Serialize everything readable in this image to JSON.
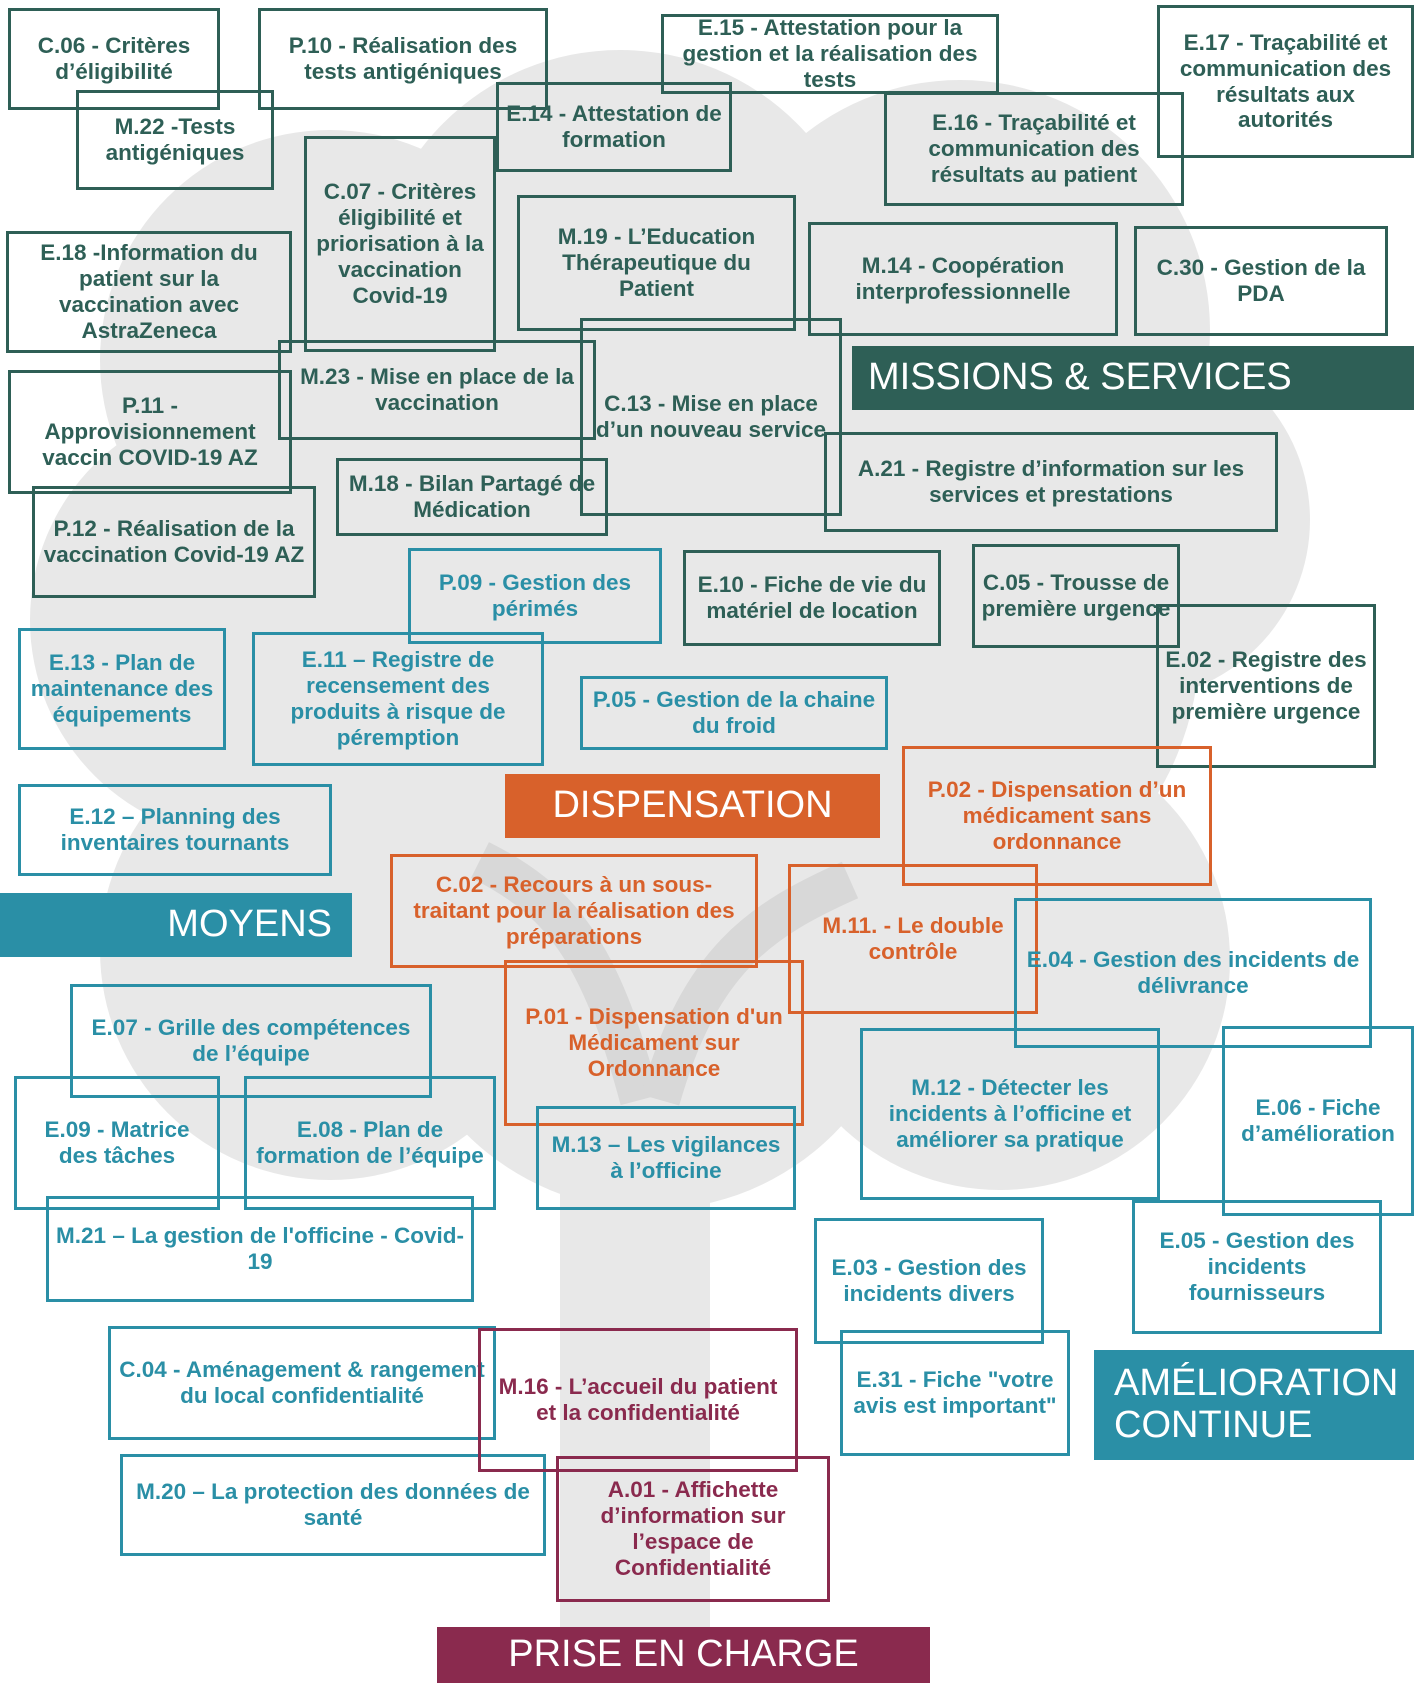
{
  "colors": {
    "missions": "#2e5f56",
    "moyens": "#2a8fa6",
    "dispensation": "#d8612b",
    "amelioration": "#2a8fa6",
    "prise_en_charge": "#8a2a4e",
    "tree": "#e6e6e6"
  },
  "categories": {
    "missions": "MISSIONS & SERVICES",
    "moyens": "MOYENS",
    "dispensation": "DISPENSATION",
    "amelioration_line1": "AMÉLIORATION",
    "amelioration_line2": "CONTINUE",
    "prise_en_charge": "PRISE EN CHARGE"
  },
  "items": [
    {
      "id": "c06",
      "group": "missions",
      "text": "C.06 - Critères d’éligibilité"
    },
    {
      "id": "p10",
      "group": "missions",
      "text": "P.10 - Réalisation des tests antigéniques"
    },
    {
      "id": "e15",
      "group": "missions",
      "text": "E.15 - Attestation pour la gestion et la réalisation des tests"
    },
    {
      "id": "e17",
      "group": "missions",
      "text": "E.17 - Traçabilité et communication des résultats aux autorités"
    },
    {
      "id": "m22",
      "group": "missions",
      "text": "M.22 -Tests antigéniques"
    },
    {
      "id": "e14",
      "group": "missions",
      "text": "E.14 - Attestation de formation"
    },
    {
      "id": "e16",
      "group": "missions",
      "text": "E.16 - Traçabilité et communication des résultats au patient"
    },
    {
      "id": "c07",
      "group": "missions",
      "text": "C.07 - Critères éligibilité et priorisation à la vaccination Covid-19"
    },
    {
      "id": "m19",
      "group": "missions",
      "text": "M.19 - L’Education Thérapeutique du Patient"
    },
    {
      "id": "m14",
      "group": "missions",
      "text": "M.14 - Coopération interprofessionnelle"
    },
    {
      "id": "c30",
      "group": "missions",
      "text": "C.30 - Gestion de la PDA"
    },
    {
      "id": "e18",
      "group": "missions",
      "text": "E.18 -Information du patient sur la vaccination avec AstraZeneca"
    },
    {
      "id": "m23",
      "group": "missions",
      "text": "M.23 - Mise en place de la vaccination"
    },
    {
      "id": "c13",
      "group": "missions",
      "text": "C.13 - Mise en place d’un nouveau service"
    },
    {
      "id": "p11",
      "group": "missions",
      "text": "P.11 - Approvisionnement vaccin COVID-19 AZ"
    },
    {
      "id": "a21",
      "group": "missions",
      "text": "A.21 - Registre d’information sur les services et prestations"
    },
    {
      "id": "m18",
      "group": "missions",
      "text": "M.18 - Bilan Partagé de Médication"
    },
    {
      "id": "p12",
      "group": "missions",
      "text": "P.12 - Réalisation de la vaccination Covid-19 AZ"
    },
    {
      "id": "e10",
      "group": "missions",
      "text": "E.10 - Fiche de vie du matériel de location"
    },
    {
      "id": "c05",
      "group": "missions",
      "text": "C.05 - Trousse de première urgence"
    },
    {
      "id": "e02",
      "group": "missions",
      "text": "E.02 - Registre des interventions de première urgence"
    },
    {
      "id": "p09",
      "group": "moyens",
      "text": "P.09 - Gestion des périmés"
    },
    {
      "id": "e13",
      "group": "moyens",
      "text": "E.13 - Plan de maintenance des équipements"
    },
    {
      "id": "e11",
      "group": "moyens",
      "text": "E.11 – Registre de recensement des produits à risque de péremption"
    },
    {
      "id": "p05",
      "group": "moyens",
      "text": "P.05 - Gestion de la chaine du froid"
    },
    {
      "id": "e12",
      "group": "moyens",
      "text": "E.12 – Planning des inventaires tournants"
    },
    {
      "id": "e07",
      "group": "moyens",
      "text": "E.07 - Grille des compétences de l’équipe"
    },
    {
      "id": "e09",
      "group": "moyens",
      "text": "E.09 - Matrice des tâches"
    },
    {
      "id": "e08",
      "group": "moyens",
      "text": "E.08 - Plan de formation de l’équipe"
    },
    {
      "id": "m21",
      "group": "moyens",
      "text": "M.21 – La gestion de l'officine - Covid-19"
    },
    {
      "id": "c04",
      "group": "moyens",
      "text": "C.04 - Aménagement & rangement du local confidentialité"
    },
    {
      "id": "m20",
      "group": "moyens",
      "text": "M.20 – La protection des données de santé"
    },
    {
      "id": "p02",
      "group": "dispensation",
      "text": "P.02 - Dispensation d’un médicament sans ordonnance"
    },
    {
      "id": "c02",
      "group": "dispensation",
      "text": "C.02 - Recours à un sous-traitant pour la réalisation des préparations"
    },
    {
      "id": "m11",
      "group": "dispensation",
      "text": "M.11. - Le double contrôle"
    },
    {
      "id": "p01",
      "group": "dispensation",
      "text": "P.01 - Dispensation d'un Médicament sur Ordonnance"
    },
    {
      "id": "m13",
      "group": "moyens",
      "text": "M.13 – Les vigilances à l’officine"
    },
    {
      "id": "e04",
      "group": "amelioration",
      "text": "E.04 - Gestion des incidents de délivrance"
    },
    {
      "id": "m12",
      "group": "amelioration",
      "text": "M.12 - Détecter les incidents à l’officine et améliorer sa pratique"
    },
    {
      "id": "e06",
      "group": "amelioration",
      "text": "E.06 - Fiche d’amélioration"
    },
    {
      "id": "e03",
      "group": "amelioration",
      "text": "E.03 - Gestion des incidents divers"
    },
    {
      "id": "e05",
      "group": "amelioration",
      "text": "E.05 - Gestion des incidents fournisseurs"
    },
    {
      "id": "e31",
      "group": "amelioration",
      "text": "E.31 - Fiche \"votre avis est important\""
    },
    {
      "id": "m16",
      "group": "prise_en_charge",
      "text": "M.16 - L’accueil du patient et la confidentialité"
    },
    {
      "id": "a01",
      "group": "prise_en_charge",
      "text": "A.01 - Affichette d’information sur l’espace de Confidentialité"
    }
  ]
}
